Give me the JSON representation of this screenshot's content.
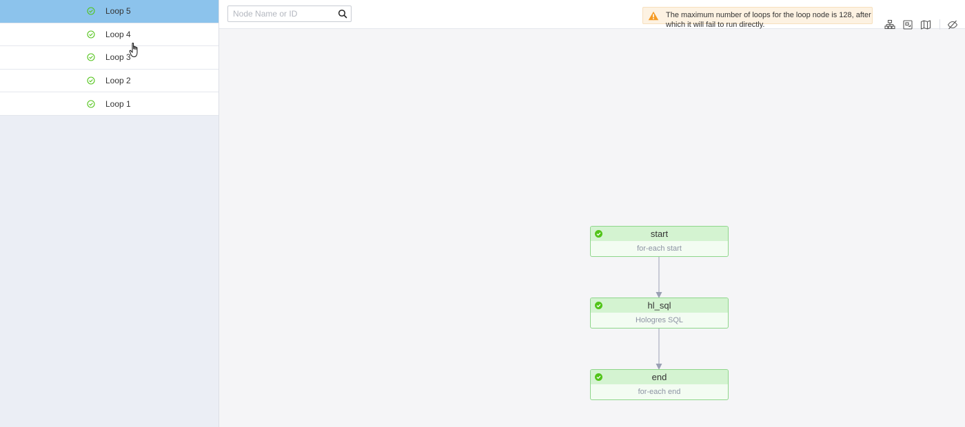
{
  "loops": [
    {
      "label": "Loop 5",
      "status": "success",
      "selected": true
    },
    {
      "label": "Loop 4",
      "status": "success",
      "selected": false
    },
    {
      "label": "Loop 3",
      "status": "success",
      "selected": false
    },
    {
      "label": "Loop 2",
      "status": "success",
      "selected": false
    },
    {
      "label": "Loop 1",
      "status": "success",
      "selected": false
    }
  ],
  "search": {
    "placeholder": "Node Name or ID",
    "value": "",
    "icon": "search-icon"
  },
  "warning": {
    "text": "The maximum number of loops for the loop node is 128, after which it will fail to run directly.",
    "icon": "warning-triangle-icon",
    "color": "#f59a23"
  },
  "toolbar": {
    "icons": [
      "auto-layout-icon",
      "fit-view-icon",
      "minimap-icon",
      "hide-icon"
    ]
  },
  "nodes": [
    {
      "title": "start",
      "subtitle": "for-each start",
      "status": "success"
    },
    {
      "title": "hl_sql",
      "subtitle": "Hologres SQL",
      "status": "success"
    },
    {
      "title": "end",
      "subtitle": "for-each end",
      "status": "success"
    }
  ],
  "colors": {
    "selected_row": "#8cc3ec",
    "success": "#52c41a",
    "node_border": "#8ed68a",
    "node_header": "#d4f3d1",
    "edge": "#9aa0b4"
  }
}
